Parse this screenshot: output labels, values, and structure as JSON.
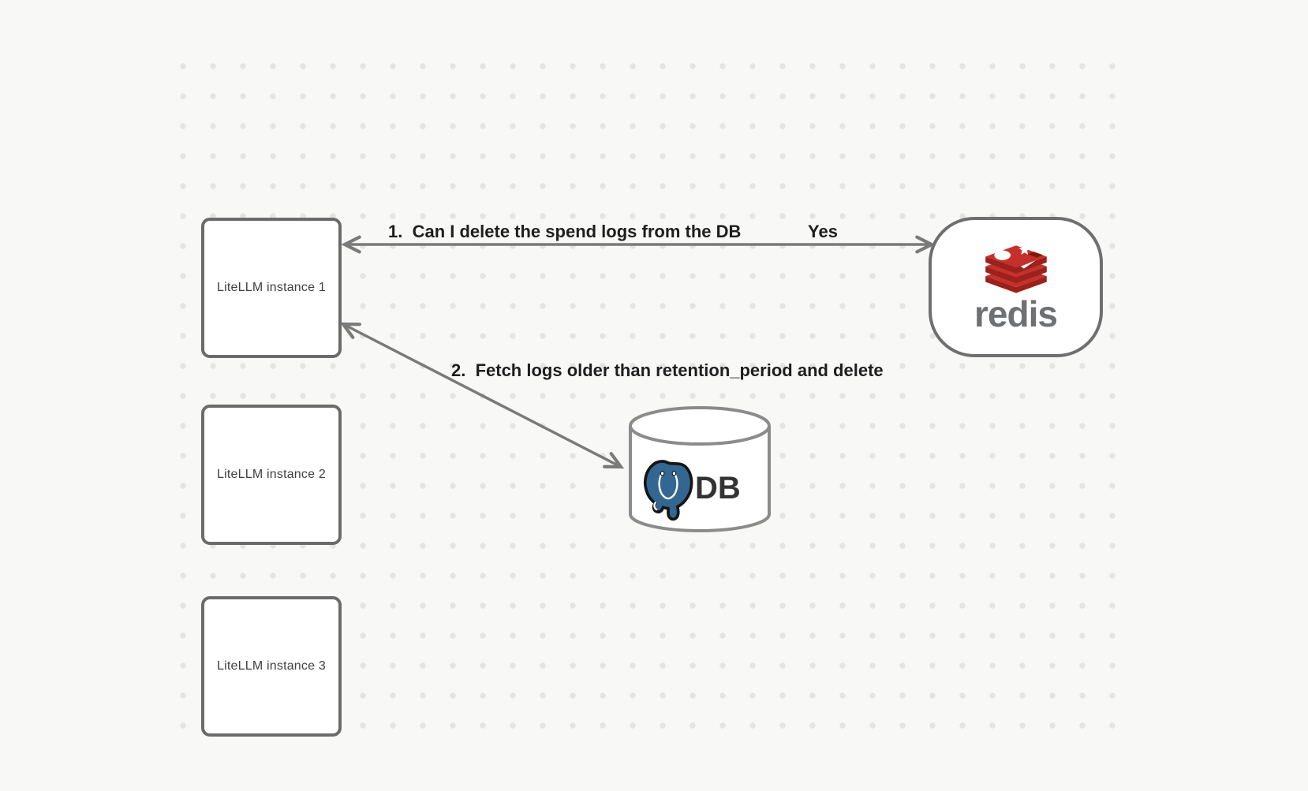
{
  "colors": {
    "background": "#f8f8f7",
    "grid_dot": "#e6e4e2",
    "shape_border": "#6b6b6b",
    "arrow": "#7a7a7a",
    "caption_text": "#1e1e1e",
    "redis_red": "#c6302b",
    "redis_red_dark": "#9b211c",
    "redis_wordmark_gray": "#6e7072",
    "postgres_blue": "#336791",
    "db_text": "#333333"
  },
  "nodes": {
    "instances": [
      {
        "label": "LiteLLM instance 1"
      },
      {
        "label": "LiteLLM instance 2"
      },
      {
        "label": "LiteLLM instance 3"
      }
    ],
    "redis": {
      "wordmark": "redis",
      "icon": "redis-logo"
    },
    "db": {
      "label": "DB",
      "icon": "postgresql-elephant",
      "shape": "cylinder"
    }
  },
  "edges": [
    {
      "label": "1.  Can I delete the spend logs from the DB",
      "answer": "Yes",
      "from": "LiteLLM instance 1",
      "to": "redis",
      "direction": "bidirectional"
    },
    {
      "label": "2.  Fetch logs older than retention_period and delete",
      "from": "LiteLLM instance 1",
      "to": "DB",
      "direction": "bidirectional"
    }
  ]
}
